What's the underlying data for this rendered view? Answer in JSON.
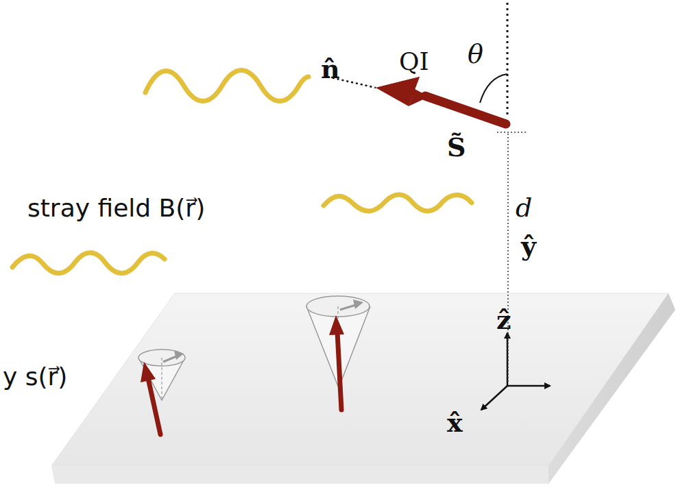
{
  "diagram": {
    "labels": [
      "n̂",
      "QI",
      "θ",
      "S̃",
      "stray field B(r⃗)",
      "d",
      "ŷ",
      "ẑ",
      "x̂",
      "y s(r⃗)"
    ]
  }
}
